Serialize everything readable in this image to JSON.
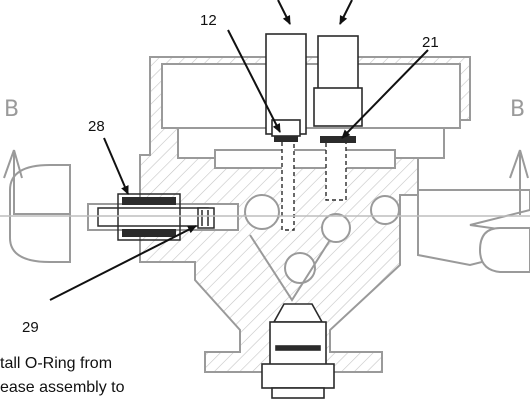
{
  "callouts": {
    "c12": "12",
    "c21": "21",
    "c28": "28",
    "c29": "29"
  },
  "section_marks": {
    "left": "B",
    "right": "B"
  },
  "note": {
    "line1": "tall O-Ring from",
    "line2": "ease assembly to"
  },
  "colors": {
    "outline": "#9a9a9a",
    "hatch": "#c4c4c4",
    "leader": "#111111",
    "dark_part": "#2b2b2b"
  }
}
